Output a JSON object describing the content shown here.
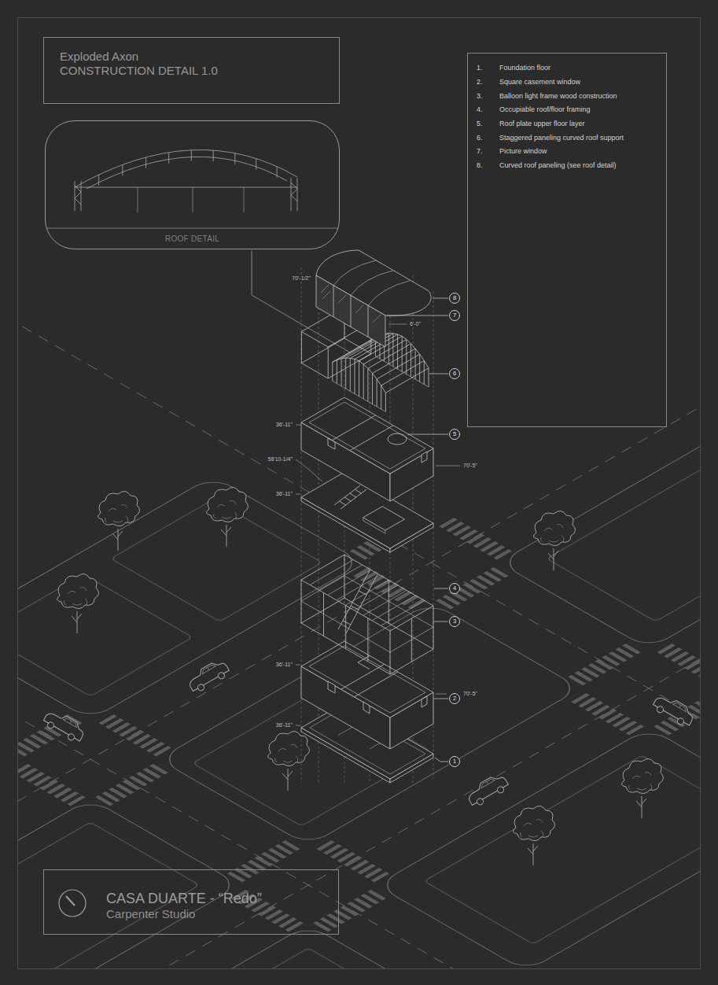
{
  "diagram": {
    "nodes": [
      {
        "text": [
          "Exploded Axon",
          "CONSTRUCTION DETAIL 1.0"
        ]
      },
      {
        "text": [
          "1.",
          "Foundation floor",
          "2.",
          "Square casement window",
          "3.",
          "Balloon light frame wood construction",
          "4.",
          "Occupiable roof/floor framing",
          "5.",
          "Roof plate upper floor layer",
          "6.",
          "Staggered paneling curved roof support",
          "7.",
          "Picture window",
          "8.",
          "Curved roof paneling (see roof detail)"
        ]
      },
      {
        "text": [
          "ROOF DETAIL"
        ]
      },
      {
        "text": [
          "8"
        ]
      },
      {
        "text": [
          "7"
        ]
      },
      {
        "text": [
          "6"
        ]
      },
      {
        "text": [
          "5"
        ]
      },
      {
        "text": [
          "4"
        ]
      },
      {
        "text": [
          "3"
        ]
      },
      {
        "text": [
          "2"
        ]
      },
      {
        "text": [
          "1"
        ]
      },
      {
        "text": [
          "CASA DUARTE - “Redo”",
          "Carpenter Studio"
        ]
      }
    ],
    "labels": [
      "70'-1/2\"",
      "6'-0\"",
      "36'-11\"",
      "58'10-1/4\"",
      "70'-5\"",
      "36'-11\"",
      "36'-11\"",
      "70'-5\"",
      "36'-11\""
    ]
  }
}
